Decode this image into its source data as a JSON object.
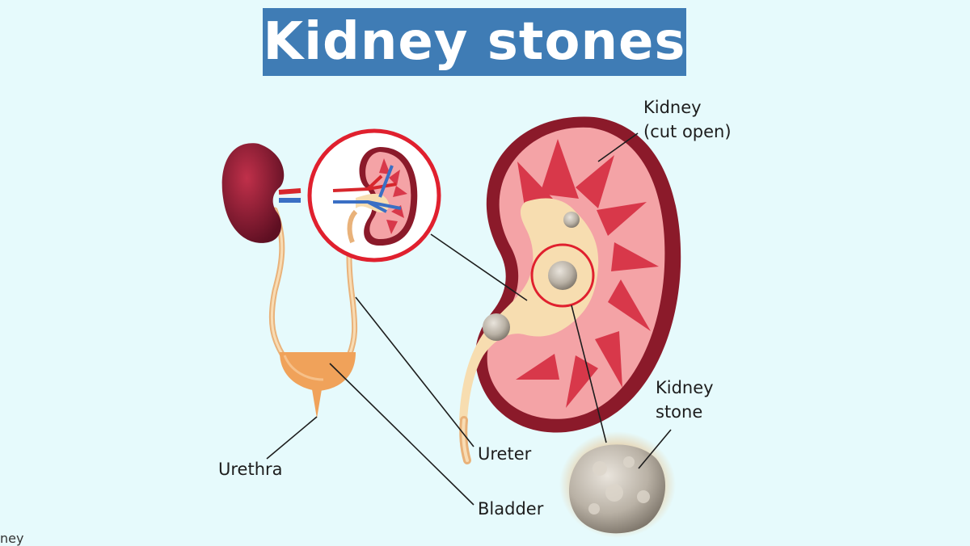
{
  "title": "Kidney stones",
  "labels": {
    "kidney_cut_open_line1": "Kidney",
    "kidney_cut_open_line2": "(cut open)",
    "kidney_stone_line1": "Kidney",
    "kidney_stone_line2": "stone",
    "ureter": "Ureter",
    "urethra": "Urethra",
    "bladder": "Bladder"
  },
  "clipped_text": "ney",
  "colors": {
    "background": "#e6fafc",
    "title_bar": "#3f7cb5",
    "kidney_outer": "#8b1a2a",
    "kidney_cortex": "#f4a3a6",
    "kidney_pyramid": "#d8384a",
    "pelvis": "#f7ddb0",
    "stone": "#b3aca3",
    "highlight_ring": "#e0202e"
  }
}
